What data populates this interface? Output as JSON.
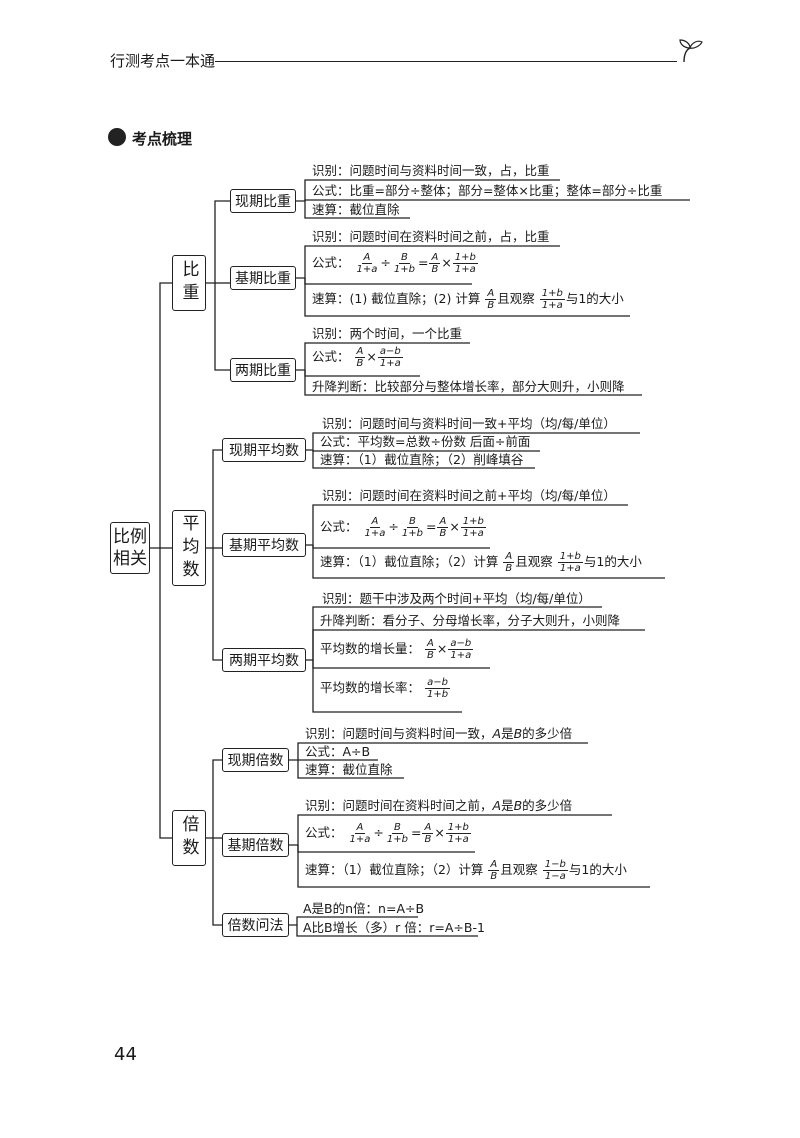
{
  "header": {
    "title": "行测考点一本通"
  },
  "section": {
    "title": "考点梳理"
  },
  "root": {
    "label_line1": "比例",
    "label_line2": "相关"
  },
  "branches": {
    "bizhong": {
      "label": "比重",
      "xianqi": {
        "label": "现期比重",
        "l1": "识别：问题时间与资料时间一致，占，比重",
        "l2": "公式：比重=部分÷整体；部分=整体×比重；整体=部分÷比重",
        "l3": "速算：截位直除"
      },
      "jiqi": {
        "label": "基期比重",
        "l1": "识别：问题时间在资料时间之前，占，比重",
        "l2_prefix": "公式：",
        "l3_prefix": "速算：(1) 截位直除；(2) 计算",
        "l3_mid": "且观察",
        "l3_suffix": "与1的大小"
      },
      "liangqi": {
        "label": "两期比重",
        "l1": "识别：两个时间，一个比重",
        "l2_prefix": "公式：",
        "l3": "升降判断：比较部分与整体增长率，部分大则升，小则降"
      }
    },
    "pingjun": {
      "label": "平均数",
      "xianqi": {
        "label": "现期平均数",
        "l1": "识别：问题时间与资料时间一致+平均（均/每/单位）",
        "l2": "公式：平均数=总数÷份数  后面÷前面",
        "l3": "速算：（1）截位直除；（2）削峰填谷"
      },
      "jiqi": {
        "label": "基期平均数",
        "l1": "识别：问题时间在资料时间之前+平均（均/每/单位）",
        "l2_prefix": "公式：",
        "l3_prefix": "速算：（1）截位直除；（2）计算",
        "l3_mid": "且观察",
        "l3_suffix": "与1的大小"
      },
      "liangqi": {
        "label": "两期平均数",
        "l1": "识别：题干中涉及两个时间+平均（均/每/单位）",
        "l2": "升降判断：看分子、分母增长率，分子大则升，小则降",
        "l3_prefix": "平均数的增长量：",
        "l4_prefix": "平均数的增长率："
      }
    },
    "beishu": {
      "label": "倍数",
      "xianqi": {
        "label": "现期倍数",
        "l1_prefix": "识别：问题时间与资料时间一致，",
        "l1_suffix": "的多少倍",
        "l2": "公式：A÷B",
        "l3": "速算：截位直除"
      },
      "jiqi": {
        "label": "基期倍数",
        "l1_prefix": "识别：问题时间在资料时间之前，",
        "l1_suffix": "的多少倍",
        "l2_prefix": "公式：",
        "l3_prefix": "速算：（1）截位直除；（2）计算",
        "l3_mid": "且观察",
        "l3_suffix": "与1的大小"
      },
      "wenfa": {
        "label": "倍数问法",
        "l1": "A是B的n倍：n=A÷B",
        "l2": "A比B增长（多）r 倍：r=A÷B-1"
      }
    }
  },
  "page_number": "44"
}
